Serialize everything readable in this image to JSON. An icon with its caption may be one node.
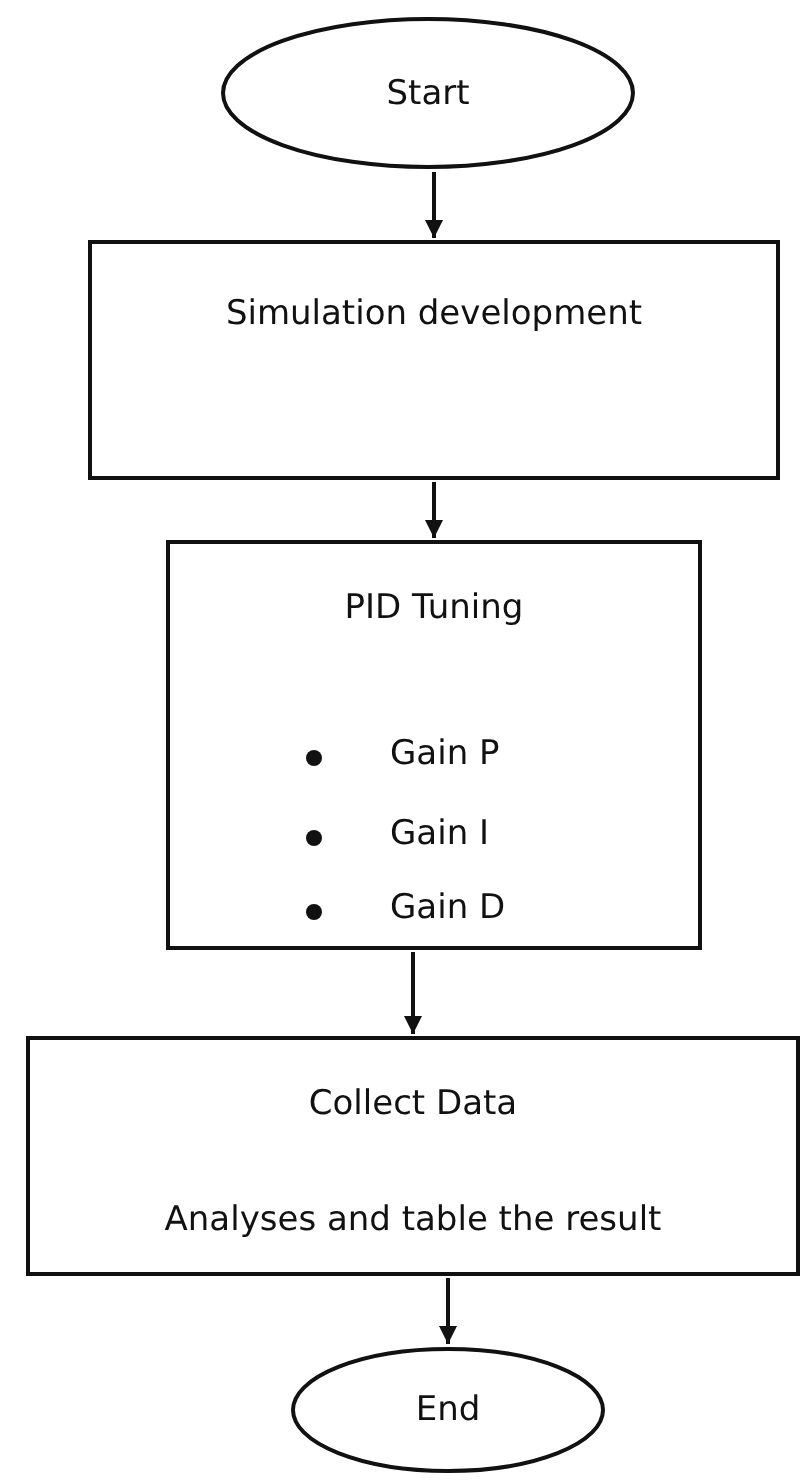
{
  "diagram": {
    "nodes": [
      {
        "text": [
          "Start"
        ]
      },
      {
        "text": [
          "Simulation development"
        ]
      },
      {
        "text": [
          "PID Tuning",
          "Gain P",
          "Gain I",
          "Gain D"
        ]
      },
      {
        "text": [
          "Collect Data",
          "Analyses and table the result"
        ]
      },
      {
        "text": [
          "End"
        ]
      }
    ],
    "edges": [
      {
        "from": 0,
        "to": 1,
        "arrow": "to"
      },
      {
        "from": 1,
        "to": 2,
        "arrow": "to"
      },
      {
        "from": 2,
        "to": 3,
        "arrow": "to"
      },
      {
        "from": 3,
        "to": 4,
        "arrow": "to"
      }
    ]
  }
}
